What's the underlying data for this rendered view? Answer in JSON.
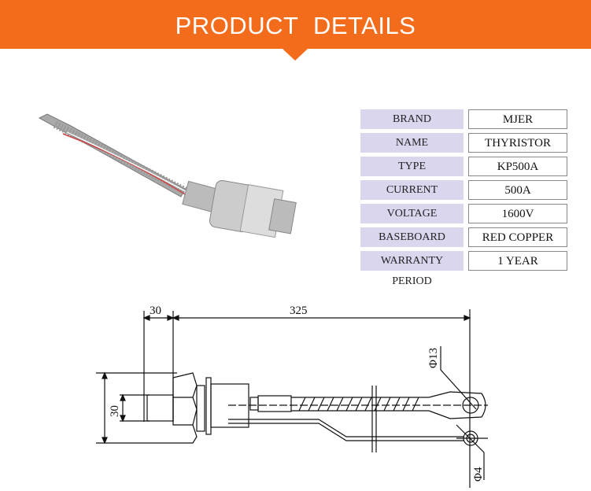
{
  "header": {
    "title": "PRODUCT  DETAILS"
  },
  "specs": [
    {
      "label": "BRAND",
      "value": "MJER"
    },
    {
      "label": "NAME",
      "value": "THYRISTOR"
    },
    {
      "label": "TYPE",
      "value": "KP500A"
    },
    {
      "label": "CURRENT",
      "value": "500A"
    },
    {
      "label": "VOLTAGE",
      "value": "1600V"
    },
    {
      "label": "BASEBOARD",
      "value": "RED COPPER"
    },
    {
      "label": "WARRANTY PERIOD",
      "value": "1 YEAR"
    }
  ],
  "drawing": {
    "dim_thread": "30",
    "dim_length": "325",
    "dim_hex": "30",
    "dim_hole_large": "Φ13",
    "dim_hole_small": "Φ4"
  }
}
